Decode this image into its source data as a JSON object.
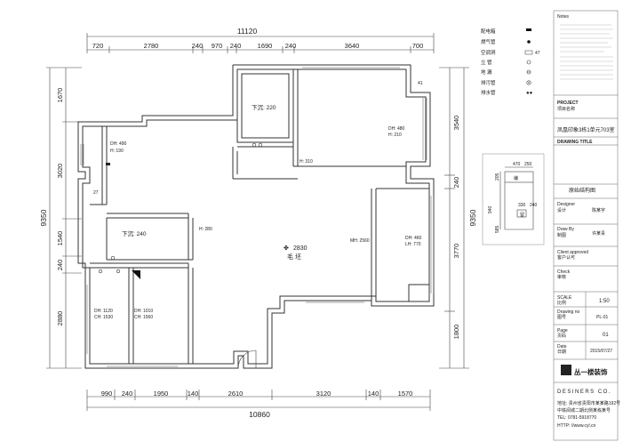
{
  "dimensions": {
    "top_total": "11120",
    "top": [
      "720",
      "2780",
      "240",
      "970",
      "240",
      "1690",
      "240",
      "3640",
      "700"
    ],
    "bottom_total": "10860",
    "bottom": [
      "990",
      "240",
      "1950",
      "140",
      "2610",
      "3120",
      "140",
      "1570"
    ],
    "left_total": "9350",
    "left": [
      "1670",
      "3020",
      "1540",
      "240",
      "2880"
    ],
    "right_total": "9350",
    "right": [
      "3540",
      "240",
      "3770",
      "1800"
    ]
  },
  "rooms": {
    "r1_sink": "下沉: 220",
    "r2_dh": "DH: 490",
    "r2_h": "H: 190",
    "r3_dh": "DH: 480",
    "r3_h": "H: 210",
    "h310": "H: 310",
    "r4_sink": "下沉: 240",
    "h280": "H: 280",
    "center_height": "2830",
    "center_label": "毛 坯",
    "mh": "MH: 2560",
    "r5_dh": "DH: 460",
    "r5_lh": "LH: 770",
    "r6_dh": "DH: 1120",
    "r6_ch": "CH: 1530",
    "r7_dh": "DH: 1010",
    "r7_ch": "CH: 1560",
    "mark_a": "41",
    "mark_b": "27"
  },
  "inset": {
    "d470": "470",
    "d250": "250",
    "d205": "205",
    "d330": "330",
    "d240": "240",
    "d585": "585",
    "d940": "940",
    "glyph_a": "编",
    "glyph_b": "留"
  },
  "legend": [
    {
      "label": "配电箱",
      "icon": "electric-box-icon"
    },
    {
      "label": "燃气管",
      "icon": "gas-pipe-icon"
    },
    {
      "label": "空调洞",
      "icon": "ac-hole-icon",
      "extra": "47"
    },
    {
      "label": "立 管",
      "icon": "riser-icon"
    },
    {
      "label": "地 漏",
      "icon": "floor-drain-icon"
    },
    {
      "label": "排污管",
      "icon": "sewage-pipe-icon"
    },
    {
      "label": "排水管",
      "icon": "drain-pipe-icon"
    }
  ],
  "panel": {
    "notes": "Notes",
    "project_label": "PROJECT",
    "project_cn": "项目名称",
    "project_name": "凤凰印象3栋1单元703室",
    "drawing_title_label": "DRAWING TITLE",
    "drawing_title": "原始结构图",
    "designer_label": "Designer",
    "designer_cn": "设计",
    "designer_sign": "陈某宇",
    "drawn_label": "Draw By",
    "drawn_cn": "制图",
    "drawn_sign": "许某青",
    "client_label": "Client approved",
    "client_cn": "客户认可",
    "check_label": "Check",
    "check_cn": "审核",
    "scale_label": "SCALE",
    "scale_cn": "比例",
    "scale_value": "1:50",
    "drawing_no_label": "Drawing no",
    "drawing_no_cn": "图号",
    "drawing_no_value": "PL-01",
    "page_label": "Page",
    "page_cn": "页码",
    "page_value": "01",
    "date_label": "Date",
    "date_cn": "日期",
    "date_value": "2015/07/27",
    "logo": "丛一楼装饰",
    "company": "DESINERS CO.",
    "addr1": "地址: 贵州省贵阳市某某路192号",
    "addr2": "中铁阅城二期北侧某栋某号",
    "tel": "TEL: 0781-5918770",
    "http": "HTTP: //www.cyl.cn"
  }
}
